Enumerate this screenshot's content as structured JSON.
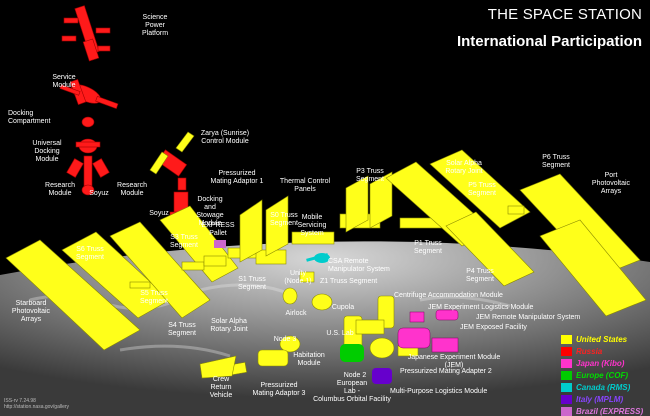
{
  "header": {
    "title_line1": "THE SPACE STATION",
    "title_line2": "International Participation"
  },
  "labels": {
    "science_power_platform": "Science\nPower\nPlatform",
    "service_module": "Service\nModule",
    "docking_compartment": "Docking\nCompartment",
    "universal_docking_module": "Universal\nDocking\nModule",
    "research_module_left": "Research\nModule",
    "soyuz_top": "Soyuz",
    "research_module_right": "Research\nModule",
    "zarya": "Zarya (Sunrise)\nControl Module",
    "pma1": "Pressurized\nMating Adaptor 1",
    "soyuz_mid": "Soyuz",
    "docking_stowage": "Docking\nand\nStowage\nModule",
    "express_pallet": "EXPRESS\nPallet",
    "s3_truss": "S3 Truss\nSegment",
    "s6_truss": "S6 Truss\nSegment",
    "thermal_control": "Thermal Control\nPanels",
    "s0_truss": "S0 Truss\nSegment",
    "mobile_servicing": "Mobile\nServicing\nSystem",
    "p3_truss": "P3 Truss\nSegment",
    "solar_alpha_top": "Solar Alpha\nRotary Joint",
    "p6_truss": "P6 Truss\nSegment",
    "p5_truss": "P5 Truss\nSegment",
    "port_arrays": "Port\nPhotovoltaic\nArrays",
    "p1_truss": "P1 Truss\nSegment",
    "p4_truss": "P4 Truss\nSegment",
    "csa_rms": "CSA Remote\nManipulator System",
    "unity": "Unity\n(Node 1)",
    "z1_truss": "Z1 Truss Segment",
    "s1_truss": "S1 Truss\nSegment",
    "s5_truss": "S5 Truss\nSegment",
    "starboard_arrays": "Starboard\nPhotovoltaic\nArrays",
    "airlock": "Airlock",
    "cupola": "Cupola",
    "centrifuge": "Centrifuge Accommodation Module",
    "jem_elm": "JEM Experiment Logistics Module",
    "jem_rms": "JEM Remote Manipulator System",
    "jem_ef": "JEM Exposed Facility",
    "us_lab": "U.S. Lab",
    "s4_truss": "S4 Truss\nSegment",
    "solar_alpha_bottom": "Solar Alpha\nRotary Joint",
    "node3": "Node 3",
    "habitation": "Habitation\nModule",
    "jem": "Japanese Experiment Module\n(JEM)",
    "pma2": "Pressurized Mating Adapter 2",
    "node2": "Node 2",
    "crew_return": "Crew\nReturn\nVehicle",
    "pma3": "Pressurized\nMating Adaptor 3",
    "european_lab": "European\nLab -\nColumbus Orbital Facility",
    "mplm": "Multi-Purpose Logistics Module"
  },
  "legend": [
    {
      "label": "United States",
      "color": "#ffff00",
      "text_color": "#ffff00"
    },
    {
      "label": "Russia",
      "color": "#ff0000",
      "text_color": "#ff2020"
    },
    {
      "label": "Japan (Kibo)",
      "color": "#ff33cc",
      "text_color": "#ff33cc"
    },
    {
      "label": "Europe (COF)",
      "color": "#00cc00",
      "text_color": "#00dd00"
    },
    {
      "label": "Canada (RMS)",
      "color": "#00cccc",
      "text_color": "#00cccc"
    },
    {
      "label": "Italy (MPLM)",
      "color": "#6600cc",
      "text_color": "#8844ff"
    },
    {
      "label": "Brazil (EXPRESS)",
      "color": "#cc66cc",
      "text_color": "#dd77dd"
    }
  ],
  "credit": "ISS-rv 7.24.98\nhttp://station.nasa.gov/gallery"
}
